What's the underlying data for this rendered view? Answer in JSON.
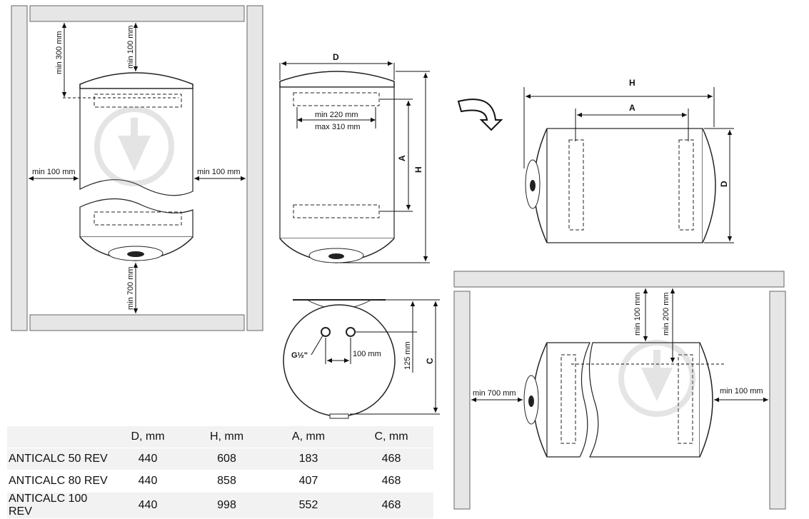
{
  "diagram": {
    "top_left_view": {
      "clear_top_wall": "min 300 mm",
      "clear_top": "min 100 mm",
      "clear_left": "min 100 mm",
      "clear_right": "min 100 mm",
      "clear_bottom": "min 700 mm"
    },
    "front_view": {
      "label_d": "D",
      "label_a": "A",
      "label_h": "H",
      "bracket_min": "min 220 mm",
      "bracket_max": "max 310 mm"
    },
    "horizontal_view": {
      "label_h": "H",
      "label_a": "A",
      "label_d": "D"
    },
    "bottom_view": {
      "thread": "G½\"",
      "pipe_spacing": "100 mm",
      "pipe_height": "125 mm",
      "label_c": "C"
    },
    "horizontal_install": {
      "clear_top_1": "min 100 mm",
      "clear_top_2": "min 200 mm",
      "clear_left": "min 700 mm",
      "clear_right": "min 100 mm"
    }
  },
  "table": {
    "columns": [
      "",
      "D, mm",
      "H, mm",
      "A, mm",
      "C, mm"
    ],
    "rows": [
      [
        "ANTICALC 50 REV",
        "440",
        "608",
        "183",
        "468"
      ],
      [
        "ANTICALC 80 REV",
        "440",
        "858",
        "407",
        "468"
      ],
      [
        "ANTICALC 100 REV",
        "440",
        "998",
        "552",
        "468"
      ]
    ]
  }
}
